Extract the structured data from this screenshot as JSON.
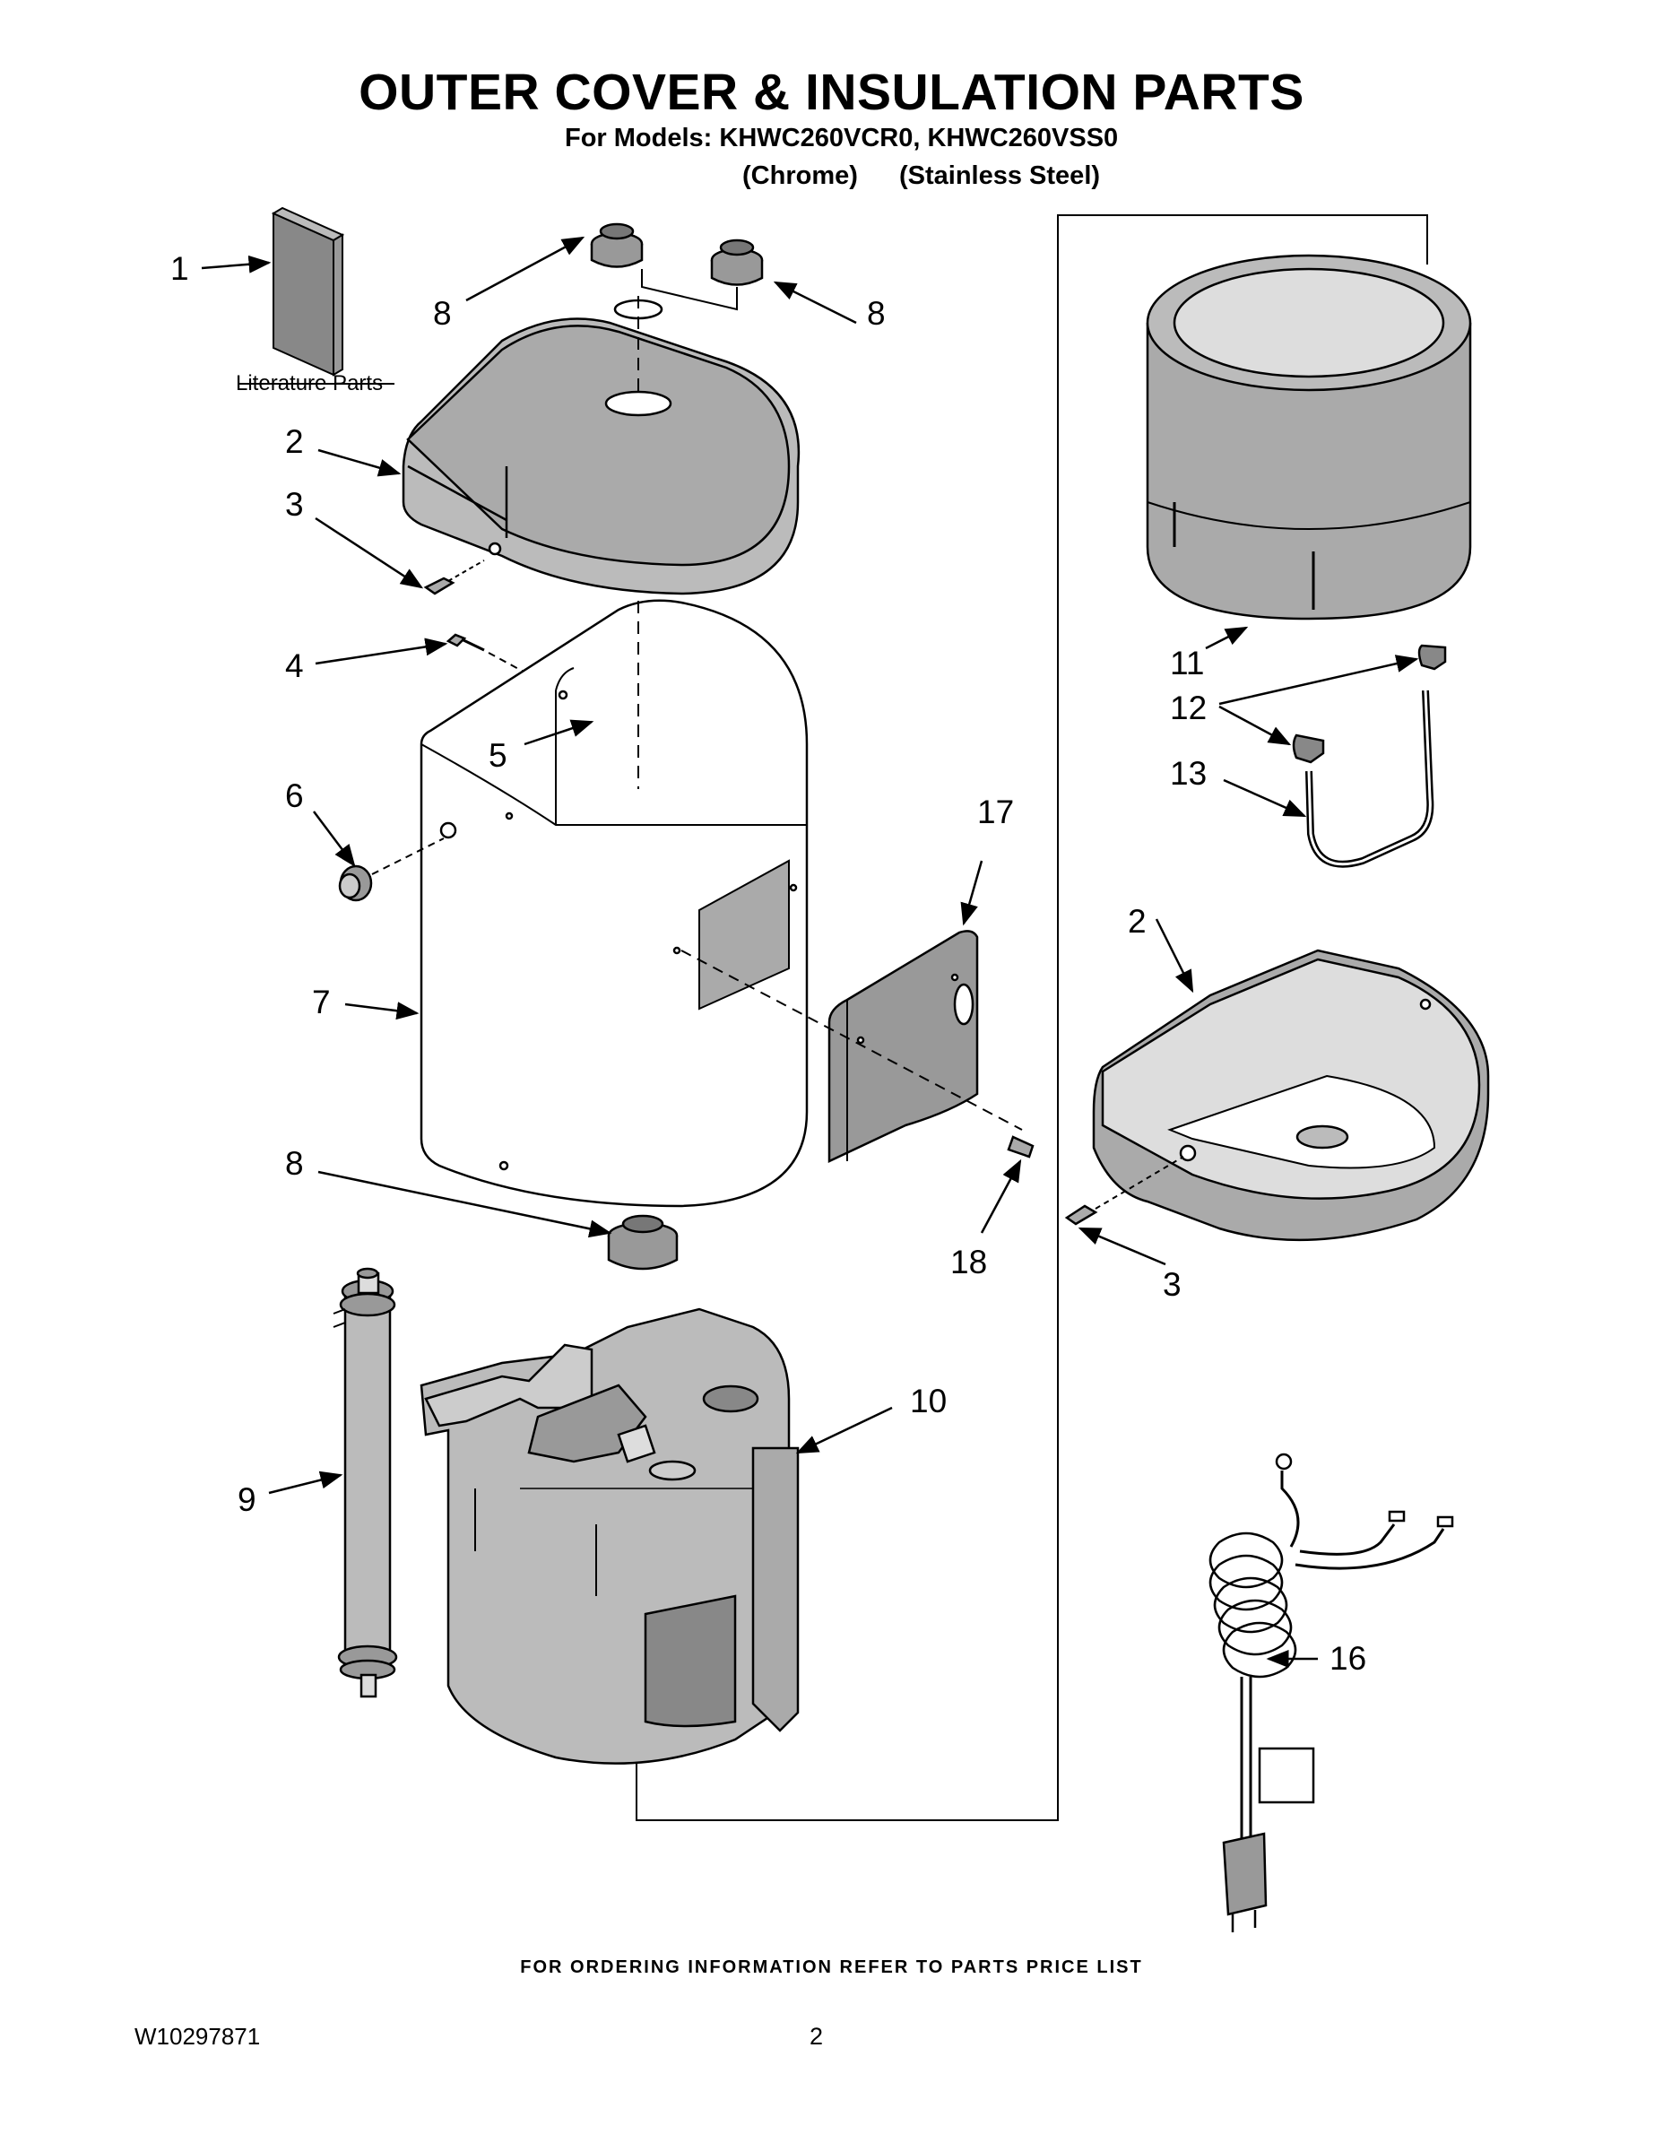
{
  "header": {
    "title": "OUTER COVER & INSULATION PARTS",
    "models_line": "For Models: KHWC260VCR0, KHWC260VSS0",
    "variant_chrome": "(Chrome)",
    "variant_stainless": "(Stainless Steel)"
  },
  "diagram": {
    "literature_label": "Literature Parts",
    "callouts": {
      "c1": "1",
      "c2a": "2",
      "c2b": "2",
      "c3a": "3",
      "c3b": "3",
      "c4": "4",
      "c5": "5",
      "c6": "6",
      "c7": "7",
      "c8a": "8",
      "c8b": "8",
      "c8c": "8",
      "c9": "9",
      "c10": "10",
      "c11": "11",
      "c12": "12",
      "c13": "13",
      "c16": "16",
      "c17": "17",
      "c18": "18"
    }
  },
  "footer": {
    "ordering_note": "FOR ORDERING INFORMATION REFER TO PARTS PRICE LIST",
    "document_number": "W10297871",
    "page_number": "2"
  }
}
